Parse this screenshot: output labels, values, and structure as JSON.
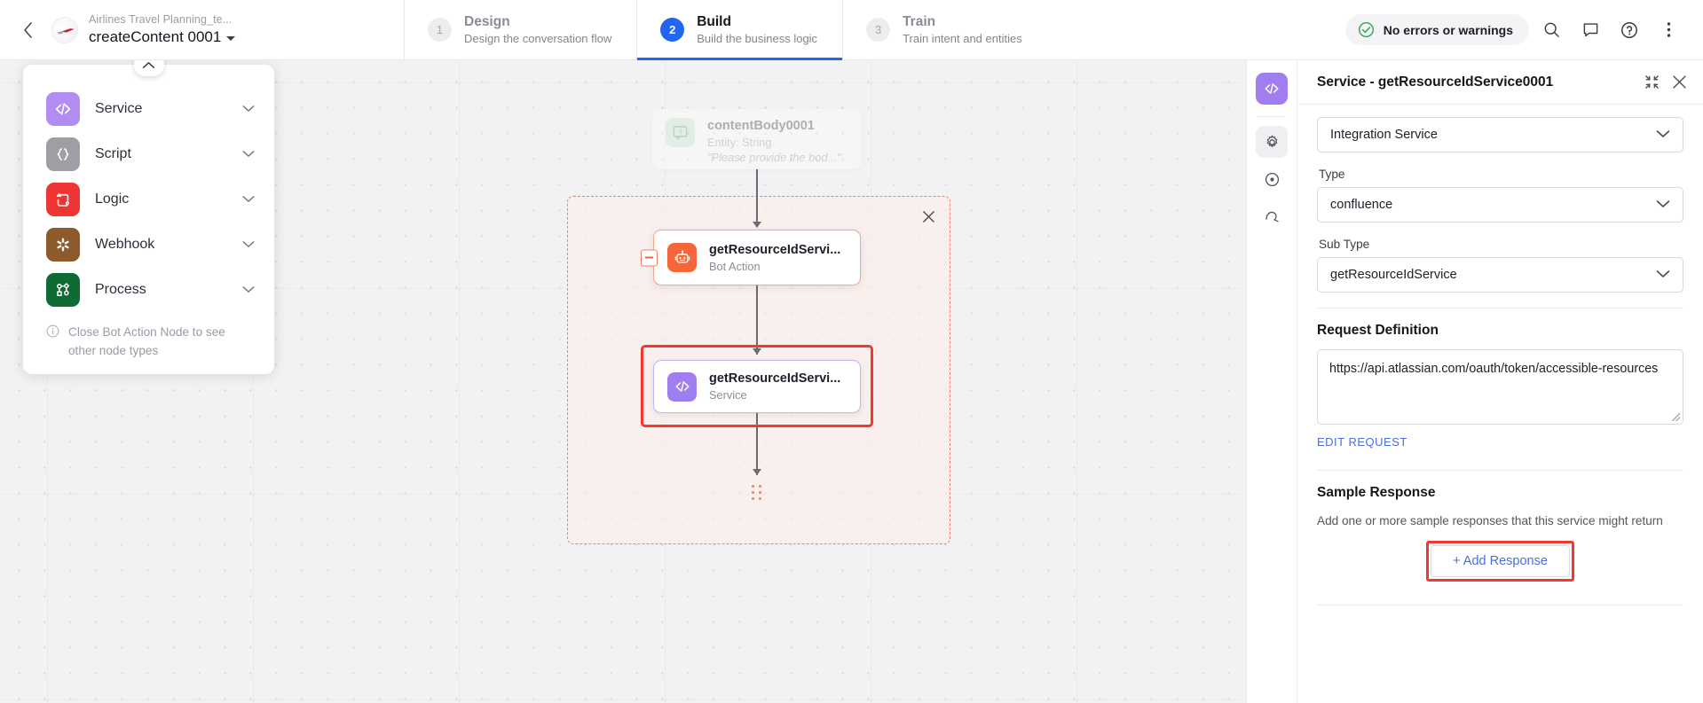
{
  "topbar": {
    "back_icon": "chevron-left-icon",
    "avatar_icon": "airplane-avatar",
    "bot_name": "Airlines Travel Planning_te...",
    "flow_name": "createContent 0001",
    "steps": [
      {
        "num": "1",
        "name": "Design",
        "desc": "Design the conversation flow",
        "active": false
      },
      {
        "num": "2",
        "name": "Build",
        "desc": "Build the business logic",
        "active": true
      },
      {
        "num": "3",
        "name": "Train",
        "desc": "Train intent and entities",
        "active": false
      }
    ],
    "status": {
      "icon": "check-circle-icon",
      "label": "No errors or warnings"
    },
    "actions": [
      "search-icon",
      "comment-icon",
      "help-icon",
      "more-vertical-icon"
    ]
  },
  "palette": {
    "collapse_icon": "chevron-up-icon",
    "items": [
      {
        "label": "Service",
        "icon": "code-icon",
        "color": "#b18cf2"
      },
      {
        "label": "Script",
        "icon": "braces-icon",
        "color": "#9e9ea4"
      },
      {
        "label": "Logic",
        "icon": "loop-icon",
        "color": "#ef3434"
      },
      {
        "label": "Webhook",
        "icon": "asterisk-icon",
        "color": "#8c5a2b"
      },
      {
        "label": "Process",
        "icon": "nodes-icon",
        "color": "#0e6b34"
      }
    ],
    "note": "Close Bot Action Node to see other node types",
    "note_icon": "info-icon"
  },
  "canvas": {
    "region_close_icon": "close-icon",
    "nodes": [
      {
        "title": "contentBody0001",
        "subtitle": "Entity: String",
        "quote": "\"Please provide the bod...\"",
        "icon": "entity-question-icon",
        "type": "entity"
      },
      {
        "title": "getResourceIdServi...",
        "subtitle": "Bot Action",
        "icon": "robot-icon",
        "type": "bot-action"
      },
      {
        "title": "getResourceIdServi...",
        "subtitle": "Service",
        "icon": "code-icon",
        "type": "service"
      }
    ]
  },
  "rail": {
    "buttons": [
      "code-icon",
      "gear-icon",
      "target-icon",
      "activity-icon"
    ]
  },
  "panel": {
    "title": "Service - getResourceIdService0001",
    "expand_icon": "collapse-arrows-icon",
    "close_icon": "close-icon",
    "service_type": {
      "value": "Integration Service"
    },
    "type": {
      "label": "Type",
      "value": "confluence"
    },
    "sub_type": {
      "label": "Sub Type",
      "value": "getResourceIdService"
    },
    "request_definition": {
      "title": "Request Definition",
      "value": "https://api.atlassian.com/oauth/token/accessible-resources",
      "edit_link": "EDIT REQUEST"
    },
    "sample_response": {
      "title": "Sample Response",
      "help": "Add one or more sample responses that this service might return",
      "add_label": "+ Add Response"
    }
  },
  "colors": {
    "accent_blue": "#2266ee",
    "highlight_red": "#f4382e",
    "bot_orange": "#f5663b",
    "service_purple": "#a07ef0",
    "status_green": "#2fa84f"
  }
}
